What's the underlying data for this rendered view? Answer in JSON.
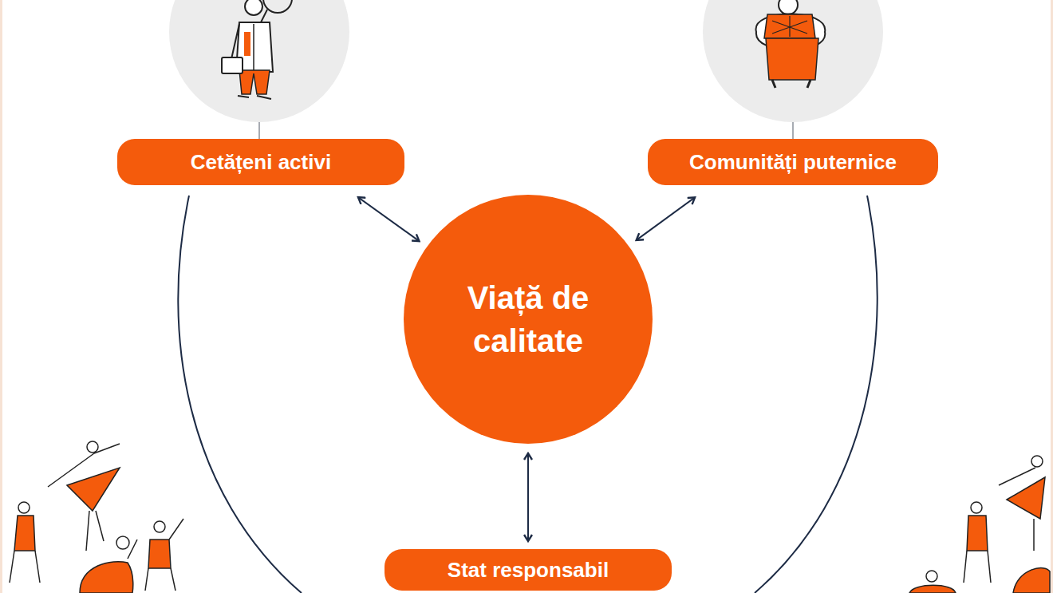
{
  "diagram": {
    "nodes": [
      {
        "text": [
          "Cetățeni activi"
        ]
      },
      {
        "text": [
          "Comunități puternice"
        ]
      },
      {
        "text": [
          "Viață de calitate"
        ]
      },
      {
        "text": [
          "Stat responsabil"
        ]
      }
    ],
    "edges": [
      {
        "from": 0,
        "to": 2,
        "arrow": "both"
      },
      {
        "from": 1,
        "to": 2,
        "arrow": "both"
      },
      {
        "from": 3,
        "to": 2,
        "arrow": "both"
      }
    ]
  }
}
